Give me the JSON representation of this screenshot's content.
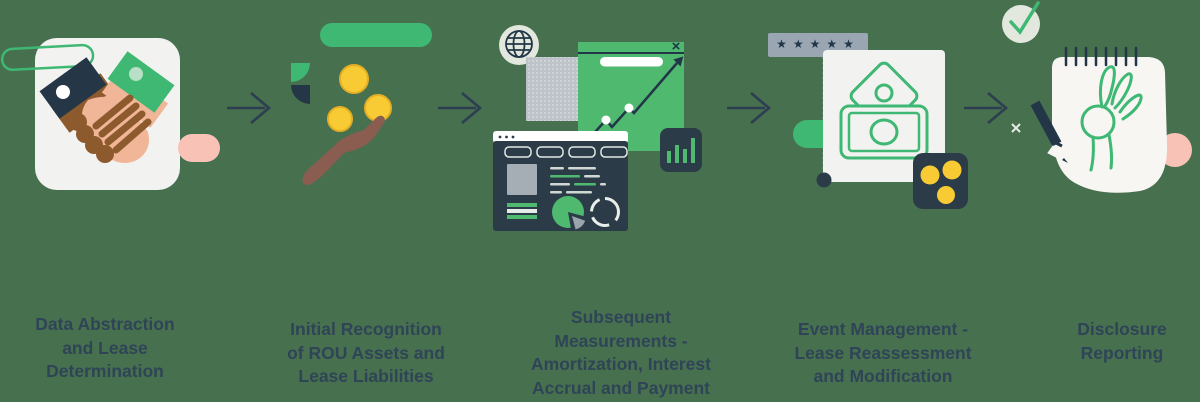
{
  "diagram": {
    "background_color": "#47704f",
    "text_color": "#2f4456",
    "accent_green": "#3eb873",
    "card_green": "#4fba6f",
    "navy": "#2c3b48",
    "coin_yellow": "#f8ca33",
    "pink": "#f8c3b6",
    "light_sage": "#e2e8dd",
    "card_white": "#f2f2f1",
    "steps": [
      {
        "name": "data-abstraction",
        "illustration": "handshake",
        "label_lines": [
          "Data Abstraction",
          "and Lease",
          "Determination"
        ]
      },
      {
        "name": "initial-recognition",
        "illustration": "hand-catching-coins",
        "label_lines": [
          "Initial Recognition",
          "of ROU Assets and",
          "Lease Liabilities"
        ]
      },
      {
        "name": "subsequent-measurements",
        "illustration": "analytics-dashboard",
        "label_lines": [
          "Subsequent",
          "Measurements -",
          "Amortization, Interest",
          "Accrual and Payment"
        ]
      },
      {
        "name": "event-management",
        "illustration": "money-security-card",
        "label_lines": [
          "Event Management -",
          "Lease Reassessment",
          "and Modification"
        ]
      },
      {
        "name": "disclosure-reporting",
        "illustration": "notepad-ok-sign",
        "label_lines": [
          "Disclosure",
          "Reporting"
        ]
      }
    ],
    "icons": {
      "close_glyph": "×",
      "password_stars": "★★★★★"
    }
  }
}
